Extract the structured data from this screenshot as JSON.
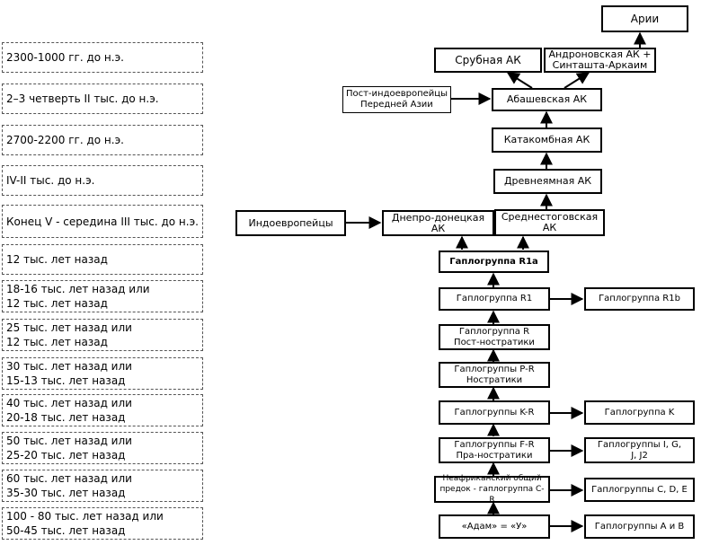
{
  "timeline": [
    "2300-1000 гг. до н.э.",
    "2–3 четверть II тыс. до н.э.",
    "2700-2200 гг. до н.э.",
    "IV-II тыс. до н.э.",
    "Конец V - середина III тыс. до н.э.",
    "12 тыс. лет назад",
    "18-16 тыс. лет назад или\n12 тыс. лет назад",
    "25 тыс. лет назад или\n12 тыс. лет назад",
    "30 тыс. лет назад или\n15-13 тыс. лет назад",
    "40 тыс. лет назад или\n20-18 тыс. лет назад",
    "50 тыс. лет назад или\n25-20 тыс. лет назад",
    "60 тыс. лет назад или\n35-30 тыс. лет назад",
    "100 - 80 тыс. лет назад или\n50-45 тыс. лет назад"
  ],
  "nodes": {
    "arii": "Арии",
    "srubnaya": "Срубная АК",
    "andronovskaya": "Андроновская АК +\nСинташта-Аркаим",
    "post_ie": "Пост-индоевропейцы\nПередней Азии",
    "abashevskaya": "Абашевская АК",
    "katakombnaya": "Катакомбная АК",
    "drevneyamnaya": "Древнеямная АК",
    "indoevropeitsy": "Индоевропейцы",
    "dnepro": "Днепро-донецкая АК",
    "srednestog": "Среднестоговская\nАК",
    "r1a": "Гаплогруппа R1a",
    "r1": "Гаплогруппа R1",
    "r1b": "Гаплогруппа R1b",
    "r": "Гаплогруппа R\nПост-ностратики",
    "pr": "Гаплогруппы P-R\nНостратики",
    "kr": "Гаплогруппы K-R",
    "k": "Гаплогруппа K",
    "fr": "Гаплогруппы F-R\nПра-ностратики",
    "ij": "Гаплогруппы I, G,\nJ, J2",
    "neafr": "Неафриканский общий\nпредок - гаплогруппа C-R",
    "cde": "Гаплогруппы C, D, E",
    "adam": "«Адам» = «У»",
    "ab": "Гаплогруппы A и B"
  }
}
